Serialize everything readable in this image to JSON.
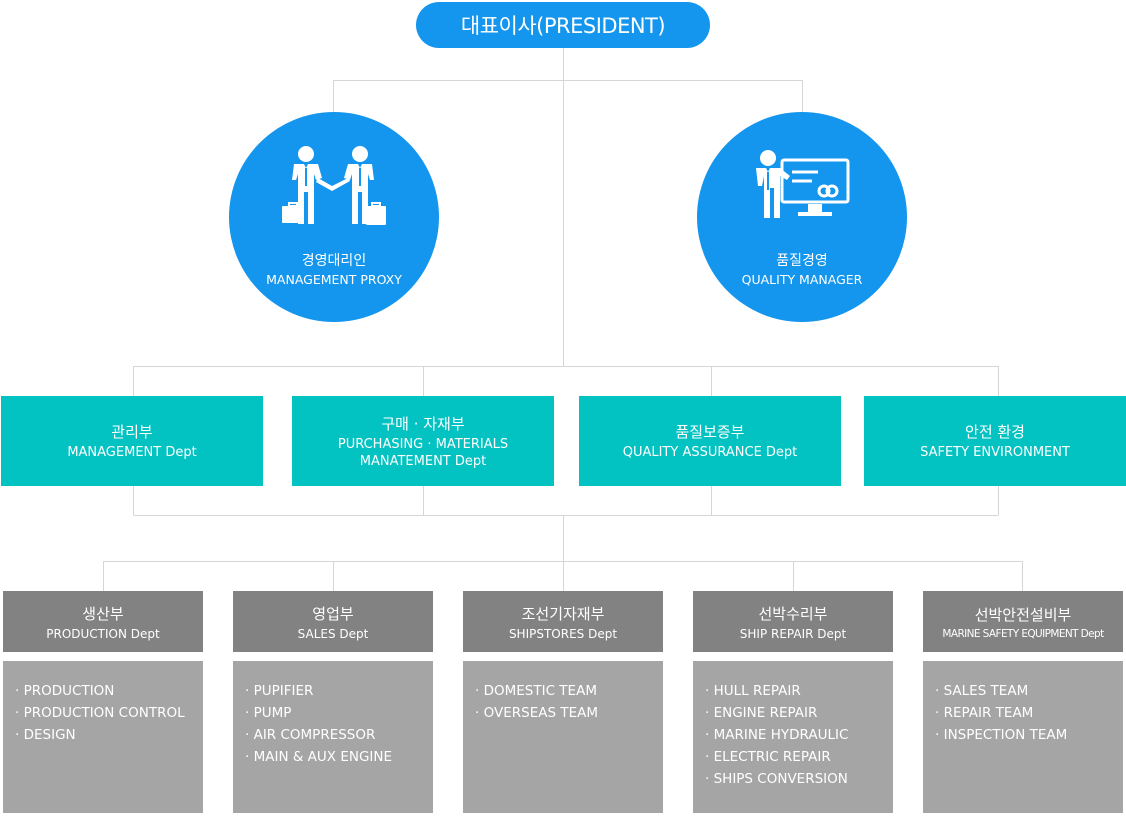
{
  "president": {
    "label": "대표이사(PRESIDENT)"
  },
  "proxies": [
    {
      "ko": "경영대리인",
      "en": "MANAGEMENT PROXY",
      "icon": "handshake-icon"
    },
    {
      "ko": "품질경영",
      "en": "QUALITY MANAGER",
      "icon": "monitor-presenter-icon"
    }
  ],
  "departments": [
    {
      "ko": "관리부",
      "en": "MANAGEMENT Dept"
    },
    {
      "ko": "구매 · 자재부",
      "en": "PURCHASING · MATERIALS",
      "en2": "MANATEMENT Dept"
    },
    {
      "ko": "품질보증부",
      "en": "QUALITY ASSURANCE Dept"
    },
    {
      "ko": "안전 환경",
      "en": "SAFETY ENVIRONMENT"
    }
  ],
  "teams": [
    {
      "ko": "생산부",
      "en": "PRODUCTION Dept",
      "items": [
        "PRODUCTION",
        "PRODUCTION CONTROL",
        "DESIGN"
      ]
    },
    {
      "ko": "영업부",
      "en": "SALES Dept",
      "items": [
        "PUPIFIER",
        "PUMP",
        "AIR COMPRESSOR",
        "MAIN & AUX ENGINE"
      ]
    },
    {
      "ko": "조선기자재부",
      "en": "SHIPSTORES Dept",
      "items": [
        "DOMESTIC TEAM",
        "OVERSEAS TEAM"
      ]
    },
    {
      "ko": "선박수리부",
      "en": "SHIP REPAIR Dept",
      "items": [
        "HULL REPAIR",
        "ENGINE REPAIR",
        "MARINE HYDRAULIC",
        "ELECTRIC REPAIR",
        "SHIPS CONVERSION"
      ]
    },
    {
      "ko": "선박안전설비부",
      "en": "MARINE SAFETY EQUIPMENT Dept",
      "items": [
        "SALES TEAM",
        "REPAIR TEAM",
        "INSPECTION TEAM"
      ]
    }
  ],
  "colors": {
    "blue": "#1496ee",
    "teal": "#03c3c2",
    "gray_dark": "#828282",
    "gray_light": "#a5a5a5",
    "line": "#d6d6d6"
  }
}
